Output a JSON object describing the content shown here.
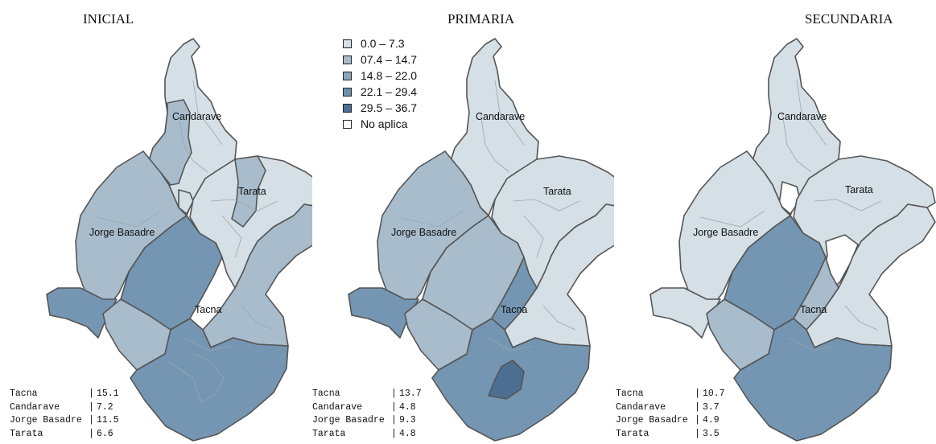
{
  "colors": {
    "class1": "#d4e0e6",
    "class2": "#a8bccc",
    "class3": "#8aa7bf",
    "class4": "#7496b3",
    "class5": "#4b6f92",
    "no_data": "#ffffff"
  },
  "legend": {
    "items": [
      {
        "label": "0.0 – 7.3",
        "color": "#d4e0e6"
      },
      {
        "label": "07.4 – 14.7",
        "color": "#a8bccc"
      },
      {
        "label": "14.8 – 22.0",
        "color": "#8aa7bf"
      },
      {
        "label": "22.1 – 29.4",
        "color": "#6e90ae"
      },
      {
        "label": "29.5 – 36.7",
        "color": "#4b6f92"
      },
      {
        "label": "No aplica",
        "color": "#ffffff"
      }
    ]
  },
  "region_labels": {
    "candarave": "Candarave",
    "tarata": "Tarata",
    "jorge_basadre": "Jorge Basadre",
    "tacna": "Tacna"
  },
  "panels": [
    {
      "title": "INICIAL",
      "stats": [
        {
          "name": "Tacna",
          "value": "15.1"
        },
        {
          "name": "Candarave",
          "value": "7.2"
        },
        {
          "name": "Jorge Basadre",
          "value": "11.5"
        },
        {
          "name": "Tarata",
          "value": "6.6"
        }
      ]
    },
    {
      "title": "PRIMARIA",
      "stats": [
        {
          "name": "Tacna",
          "value": "13.7"
        },
        {
          "name": "Candarave",
          "value": "4.8"
        },
        {
          "name": "Jorge Basadre",
          "value": "9.3"
        },
        {
          "name": "Tarata",
          "value": "4.8"
        }
      ]
    },
    {
      "title": "SECUNDARIA",
      "stats": [
        {
          "name": "Tacna",
          "value": "10.7"
        },
        {
          "name": "Candarave",
          "value": "3.7"
        },
        {
          "name": "Jorge Basadre",
          "value": "4.9"
        },
        {
          "name": "Tarata",
          "value": "3.5"
        }
      ]
    }
  ]
}
